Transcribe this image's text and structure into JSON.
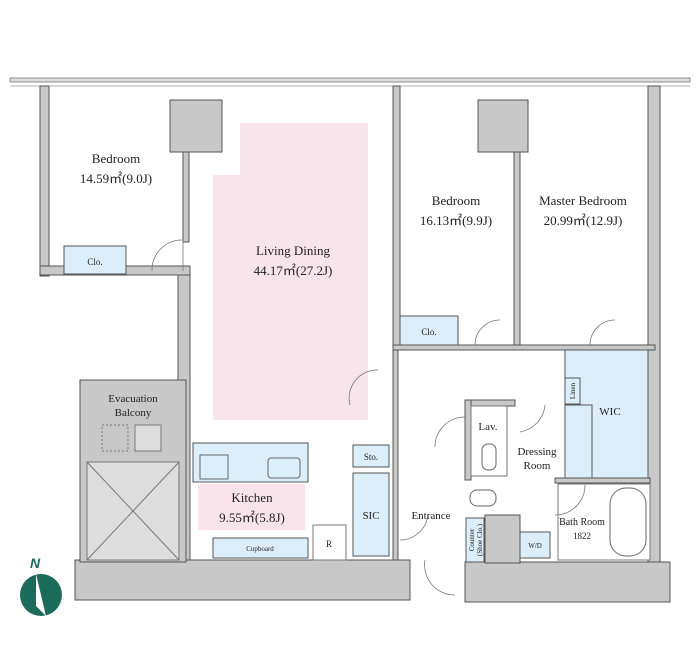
{
  "rooms": {
    "bedroom1": {
      "name": "Bedroom",
      "area": "14.59㎡(9.0J)"
    },
    "living": {
      "name": "Living Dining",
      "area": "44.17㎡(27.2J)"
    },
    "bedroom2": {
      "name": "Bedroom",
      "area": "16.13㎡(9.9J)"
    },
    "master": {
      "name": "Master Bedroom",
      "area": "20.99㎡(12.9J)"
    },
    "kitchen": {
      "name": "Kitchen",
      "area": "9.55㎡(5.8J)"
    },
    "balcony": {
      "line1": "Evacuation",
      "line2": "Balcony"
    },
    "dressing": {
      "line1": "Dressing",
      "line2": "Room"
    },
    "bath": {
      "line1": "Bath Room",
      "line2": "1822"
    }
  },
  "labels": {
    "clo": "Clo.",
    "wic": "WIC",
    "linen": "Linen",
    "lav": "Lav.",
    "sto": "Sto.",
    "sic": "SIC",
    "entrance": "Entrance",
    "cupboard": "Cupboard",
    "r": "R",
    "wd": "W/D",
    "counter1": "Counter",
    "counter2": "(Shoe Clo.)"
  },
  "compass": {
    "label": "N"
  },
  "colors": {
    "living": "#f9e4ec",
    "storage": "#dceefa",
    "wall": "#c8c8c8",
    "compass": "#1a6b5a"
  }
}
